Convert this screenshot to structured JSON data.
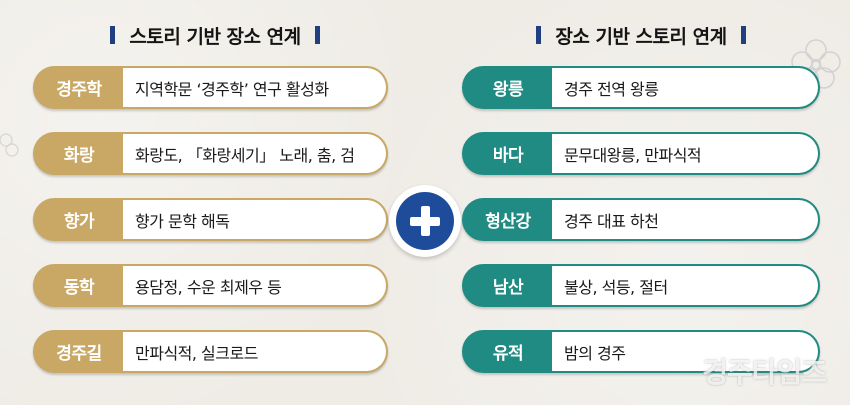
{
  "left": {
    "heading": "스토리 기반 장소 연계",
    "rows": [
      {
        "tag": "경주학",
        "desc": "지역학문 ‘경주학’ 연구 활성화"
      },
      {
        "tag": "화랑",
        "desc": "화랑도, 「화랑세기」 노래, 춤, 검"
      },
      {
        "tag": "향가",
        "desc": "향가 문학 해독"
      },
      {
        "tag": "동학",
        "desc": "용담정, 수운 최제우 등"
      },
      {
        "tag": "경주길",
        "desc": "만파식적, 실크로드"
      }
    ]
  },
  "right": {
    "heading": "장소 기반 스토리 연계",
    "rows": [
      {
        "tag": "왕릉",
        "desc": "경주 전역 왕릉"
      },
      {
        "tag": "바다",
        "desc": "문무대왕릉, 만파식적"
      },
      {
        "tag": "형산강",
        "desc": "경주 대표 하천"
      },
      {
        "tag": "남산",
        "desc": "불상, 석등, 절터"
      },
      {
        "tag": "유적",
        "desc": "밤의 경주"
      }
    ]
  },
  "watermark": "경주타임즈",
  "colors": {
    "gold": "#c9a765",
    "teal": "#1f8b82",
    "plus": "#1e4c9a",
    "heading_bar": "#1f3f80"
  }
}
